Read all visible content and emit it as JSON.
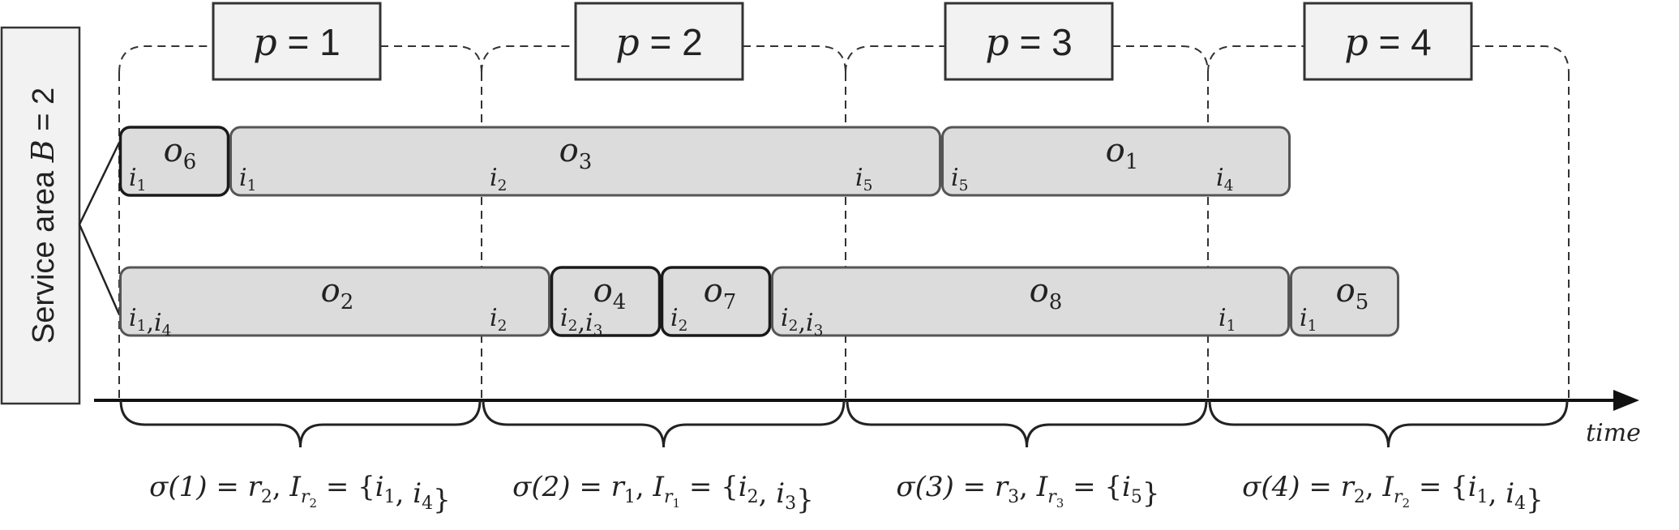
{
  "service_area": {
    "prefix": "Service area ",
    "var": "B",
    "eq": " = 2"
  },
  "periods": [
    {
      "var": "p",
      "eq": " = 1"
    },
    {
      "var": "p",
      "eq": " = 2"
    },
    {
      "var": "p",
      "eq": " = 3"
    },
    {
      "var": "p",
      "eq": " = 4"
    }
  ],
  "time_label": "time",
  "rows": [
    [
      {
        "base": "o",
        "sub": "6",
        "items": [
          {
            "b": "i",
            "s": "1"
          }
        ]
      },
      {
        "base": "o",
        "sub": "3",
        "items": [
          {
            "b": "i",
            "s": "1"
          }
        ],
        "mid_items": [
          [
            {
              "b": "i",
              "s": "2"
            }
          ],
          [
            {
              "b": "i",
              "s": "5"
            }
          ]
        ]
      },
      {
        "base": "o",
        "sub": "1",
        "items": [
          {
            "b": "i",
            "s": "5"
          }
        ],
        "mid_items": [
          [
            {
              "b": "i",
              "s": "4"
            }
          ]
        ]
      }
    ],
    [
      {
        "base": "o",
        "sub": "2",
        "items": [
          {
            "b": "i",
            "s": "1"
          },
          {
            "b": "i",
            "s": "4"
          }
        ],
        "mid_items": [
          [
            {
              "b": "i",
              "s": "2"
            }
          ]
        ]
      },
      {
        "base": "o",
        "sub": "4",
        "items": [
          {
            "b": "i",
            "s": "2"
          },
          {
            "b": "i",
            "s": "3"
          }
        ]
      },
      {
        "base": "o",
        "sub": "7",
        "items": [
          {
            "b": "i",
            "s": "2"
          }
        ]
      },
      {
        "base": "o",
        "sub": "8",
        "items": [
          {
            "b": "i",
            "s": "2"
          },
          {
            "b": "i",
            "s": "3"
          }
        ],
        "mid_items": [
          [
            {
              "b": "i",
              "s": "1"
            }
          ]
        ]
      },
      {
        "base": "o",
        "sub": "5",
        "items": [
          {
            "b": "i",
            "s": "1"
          }
        ]
      }
    ]
  ],
  "assignments": [
    {
      "sigma": "σ(1) = r",
      "sigma_sub": "2",
      "set_var": "I",
      "set_sub": "r",
      "set_subsub": "2",
      "set_val": " = {",
      "elems": [
        {
          "b": "i",
          "s": "1"
        },
        {
          "b": "i",
          "s": "4"
        }
      ],
      "close": "}"
    },
    {
      "sigma": "σ(2) = r",
      "sigma_sub": "1",
      "set_var": "I",
      "set_sub": "r",
      "set_subsub": "1",
      "set_val": " = {",
      "elems": [
        {
          "b": "i",
          "s": "2"
        },
        {
          "b": "i",
          "s": "3"
        }
      ],
      "close": "}"
    },
    {
      "sigma": "σ(3) = r",
      "sigma_sub": "3",
      "set_var": "I",
      "set_sub": "r",
      "set_subsub": "3",
      "set_val": " = {",
      "elems": [
        {
          "b": "i",
          "s": "5"
        }
      ],
      "close": "}"
    },
    {
      "sigma": "σ(4) = r",
      "sigma_sub": "2",
      "set_var": "I",
      "set_sub": "r",
      "set_subsub": "2",
      "set_val": " = {",
      "elems": [
        {
          "b": "i",
          "s": "1"
        },
        {
          "b": "i",
          "s": "4"
        }
      ],
      "close": "}"
    }
  ]
}
